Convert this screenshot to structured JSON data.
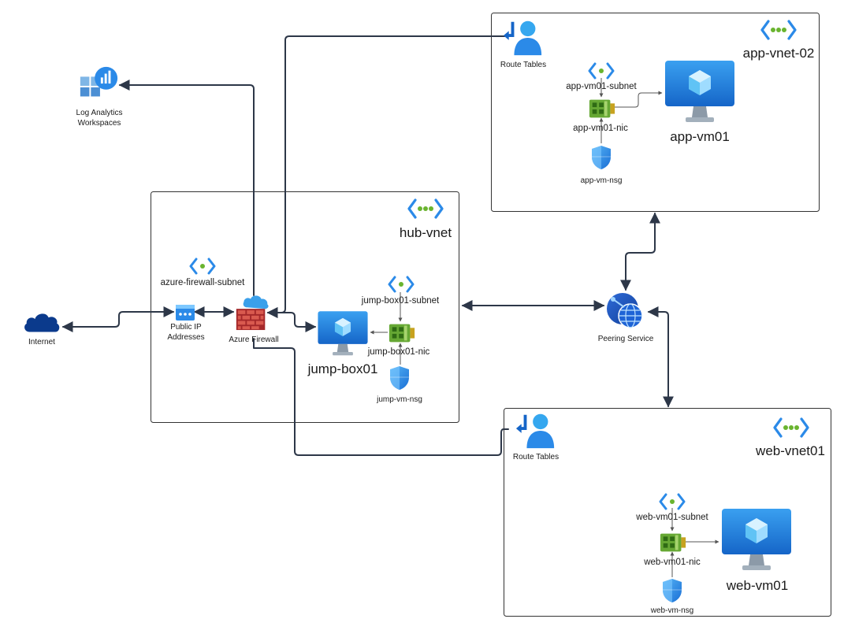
{
  "diagram": {
    "vnets": {
      "hub": {
        "title": "hub-vnet"
      },
      "app": {
        "title": "app-vnet-02"
      },
      "web": {
        "title": "web-vnet01"
      }
    },
    "nodes": {
      "internet": "Internet",
      "log_analytics": [
        "Log Analytics",
        "Workspaces"
      ],
      "public_ip": [
        "Public IP",
        "Addresses"
      ],
      "azure_firewall": "Azure Firewall",
      "firewall_subnet": "azure-firewall-subnet",
      "jump_subnet": "jump-box01-subnet",
      "jump_nic": "jump-box01-nic",
      "jump_vm": "jump-box01",
      "jump_nsg": "jump-vm-nsg",
      "peering": "Peering Service",
      "app_route": "Route Tables",
      "app_subnet": "app-vm01-subnet",
      "app_nic": "app-vm01-nic",
      "app_vm": "app-vm01",
      "app_nsg": "app-vm-nsg",
      "web_route": "Route Tables",
      "web_subnet": "web-vm01-subnet",
      "web_nic": "web-vm01-nic",
      "web_vm": "web-vm01",
      "web_nsg": "web-vm-nsg"
    },
    "icons": {
      "vnet": "vnet-icon",
      "vm": "virtual-machine-icon",
      "nic": "network-interface-icon",
      "nsg": "shield-icon",
      "route": "route-table-icon",
      "firewall": "firewall-icon",
      "cloud": "cloud-icon",
      "ip": "public-ip-icon",
      "analytics": "log-analytics-icon",
      "peering": "peering-globe-icon"
    },
    "colors": {
      "line": "#2d3748",
      "azure_blue": "#1f7fe0",
      "vnet_green": "#5ea62e",
      "firewall_red": "#b8312f",
      "internet_navy": "#0b3a8c"
    }
  }
}
